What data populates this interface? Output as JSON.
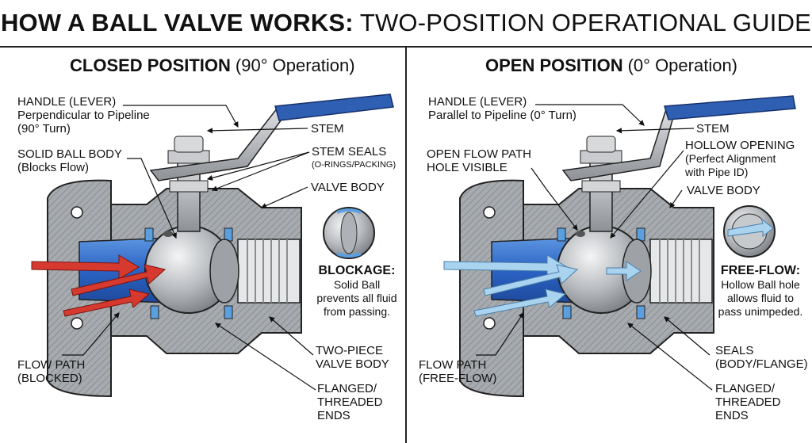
{
  "title": {
    "bold": "HOW A BALL VALVE WORKS:",
    "rest": "TWO-POSITION OPERATIONAL GUIDE"
  },
  "closed": {
    "heading_bold": "CLOSED POSITION",
    "heading_rest": "(90° Operation)",
    "handle": {
      "l1": "HANDLE (LEVER)",
      "l2": "Perpendicular to Pipeline",
      "l3": "(90° Turn)"
    },
    "stem": "STEM",
    "stem_seals": {
      "l1": "STEM SEALS",
      "l2": "(O-RINGS/PACKING)"
    },
    "ball_body": {
      "l1": "SOLID BALL BODY",
      "l2": "(Blocks Flow)"
    },
    "valve_body": "VALVE BODY",
    "callout": {
      "title": "BLOCKAGE:",
      "l1": "Solid Ball",
      "l2": "prevents all fluid",
      "l3": "from passing."
    },
    "flow": {
      "l1": "FLOW PATH",
      "l2": "(BLOCKED)"
    },
    "two_piece": {
      "l1": "TWO-PIECE",
      "l2": "VALVE BODY"
    },
    "ends": {
      "l1": "FLANGED/",
      "l2": "THREADED",
      "l3": "ENDS"
    }
  },
  "open": {
    "heading_bold": "OPEN POSITION",
    "heading_rest": "(0° Operation)",
    "handle": {
      "l1": "HANDLE (LEVER)",
      "l2": "Parallel to Pipeline (0° Turn)"
    },
    "stem": "STEM",
    "open_flow": {
      "l1": "OPEN FLOW PATH",
      "l2": "HOLE VISIBLE"
    },
    "hollow": {
      "l1": "HOLLOW OPENING",
      "l2": "(Perfect Alignment",
      "l3": "with Pipe ID)"
    },
    "valve_body": "VALVE  BODY",
    "callout": {
      "title": "FREE-FLOW:",
      "l1": "Hollow Ball hole",
      "l2": "allows fluid to",
      "l3": "pass unimpeded."
    },
    "flow": {
      "l1": "FLOW PATH",
      "l2": "(FREE-FLOW)"
    },
    "seals": {
      "l1": "SEALS",
      "l2": "(BODY/FLANGE)"
    },
    "ends": {
      "l1": "FLANGED/",
      "l2": "THREADED",
      "l3": "ENDS"
    }
  },
  "colors": {
    "handle": "#2f5fb3",
    "metal": "#b9bcc0",
    "flow_red": "#d63a2f",
    "flow_light": "#a9d3ef",
    "bore_blue": "#2f6fd0"
  }
}
